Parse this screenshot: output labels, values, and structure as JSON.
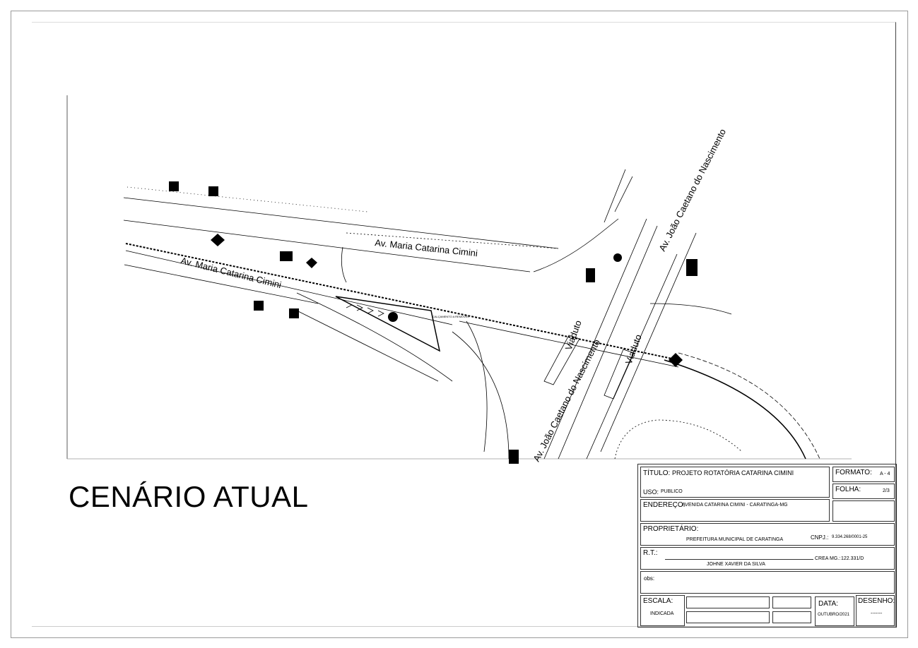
{
  "drawing": {
    "scenario_title": "CENÁRIO ATUAL",
    "streets": {
      "maria_upper": "Av. Maria Catarina Cimini",
      "maria_lower": "Av. Maria Catarina Cimini",
      "joao_upper": "Av. João Caetano do Nascimento",
      "joao_lower": "Av. João Caetano do Nascimento",
      "viaduto_1": "Viaduto",
      "viaduto_2": "Viaduto"
    },
    "note": "CALÇAMENTO A REMOVER"
  },
  "title_block": {
    "titulo_label": "TÍTULO:",
    "titulo_value": "PROJETO ROTATÓRIA CATARINA CIMINI",
    "uso_label": "USO:",
    "uso_value": "PUBLICO",
    "endereco_label": "ENDEREÇO:",
    "endereco_value": "AVENIDA CATARINA CIMINI - CARATINGA-MG",
    "formato_label": "FORMATO:",
    "formato_value": "A - 4",
    "folha_label": "FOLHA:",
    "folha_value": "2/3",
    "proprietario_label": "PROPRIETÁRIO:",
    "proprietario_value": "PREFEITURA MUNICIPAL DE CARATINGA",
    "cnpj_label": "CNPJ.:",
    "cnpj_value": "9.334.268/0001-25",
    "rt_label": "R.T.:",
    "rt_value": "JOHNE XAVIER DA SILVA",
    "crea_label": "CREA MG.:",
    "crea_value": "122.331/D",
    "obs_label": "obs:",
    "escala_label": "ESCALA:",
    "escala_value": "INDICADA",
    "data_label": "DATA:",
    "data_value": "OUTUBRO/2021",
    "desenho_label": "DESENHO:",
    "desenho_value": "-------"
  }
}
